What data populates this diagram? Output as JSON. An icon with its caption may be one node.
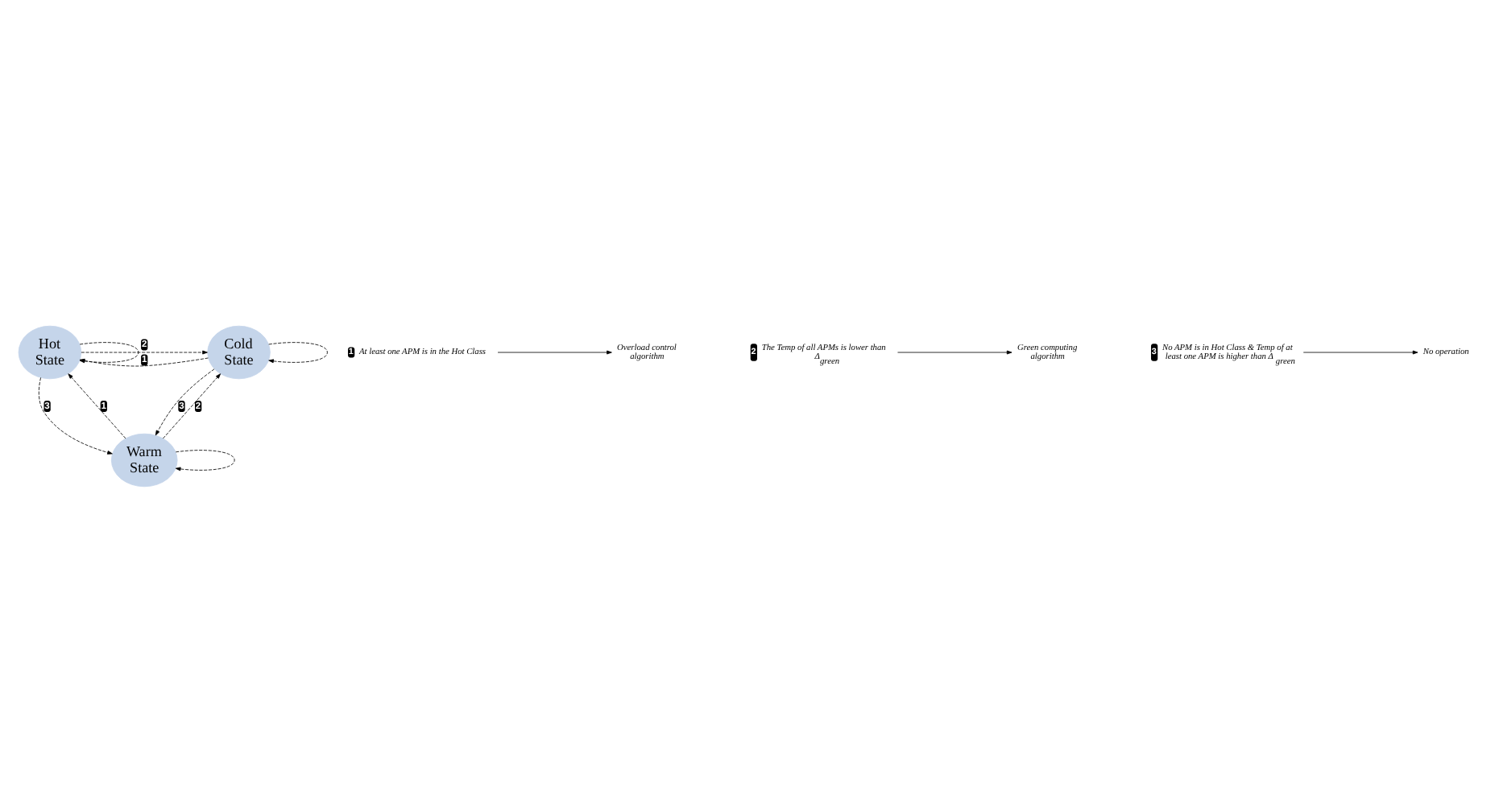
{
  "diagram": {
    "nodes": [
      {
        "text": [
          "Hot State"
        ]
      },
      {
        "text": [
          "Cold State"
        ]
      },
      {
        "text": [
          "Warm State"
        ]
      },
      {
        "text": [
          "1",
          "At least one APM is in the Hot Class"
        ]
      },
      {
        "text": [
          "Overload control algorithm"
        ]
      },
      {
        "text": [
          "2",
          "The Temp of all APMs is lower than Δ$_{green}$"
        ]
      },
      {
        "text": [
          "Green computing algorithm"
        ]
      },
      {
        "text": [
          "3",
          "No APM is in Hot Class & Temp of at least one APM is higher than Δ$_{green}$"
        ]
      },
      {
        "text": [
          "No operation"
        ]
      }
    ],
    "edges": [
      {
        "from": 0,
        "to": 0,
        "arrow": "to",
        "style": "dashed"
      },
      {
        "from": 1,
        "to": 1,
        "arrow": "to",
        "style": "dashed"
      },
      {
        "from": 0,
        "to": 1,
        "label": "2",
        "arrow": "to",
        "style": "dashed"
      },
      {
        "from": 1,
        "to": 0,
        "label": "1",
        "arrow": "to",
        "style": "dashed"
      },
      {
        "from": 0,
        "to": 2,
        "label": "3",
        "arrow": "to",
        "style": "dashed"
      },
      {
        "from": 2,
        "to": 0,
        "label": "1",
        "arrow": "to",
        "style": "dashed"
      },
      {
        "from": 1,
        "to": 2,
        "label": "3",
        "arrow": "to",
        "style": "dashed"
      },
      {
        "from": 2,
        "to": 1,
        "label": "2",
        "arrow": "to",
        "style": "dashed"
      },
      {
        "from": 2,
        "to": 2,
        "arrow": "to",
        "style": "dashed"
      },
      {
        "from": 3,
        "to": 4,
        "arrow": "to"
      },
      {
        "from": 5,
        "to": 6,
        "arrow": "to"
      },
      {
        "from": 7,
        "to": 8,
        "arrow": "to"
      }
    ]
  }
}
